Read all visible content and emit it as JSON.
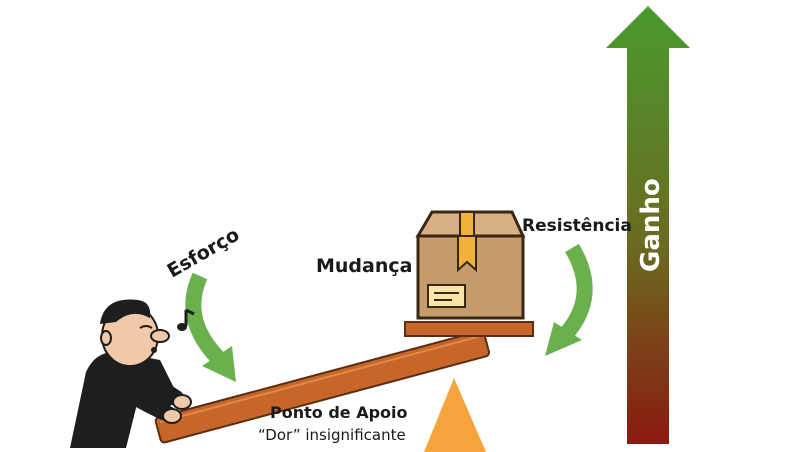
{
  "labels": {
    "effort": "Esforço",
    "change": "Mudança",
    "resistance": "Resistência",
    "gain": "Ganho",
    "fulcrum": "Ponto de Apoio",
    "fulcrum_note": "“Dor” insignificante"
  },
  "colors": {
    "gain_arrow_top": "#4a9a2e",
    "gain_arrow_bottom": "#8b1a10",
    "curved_arrows": "#6ab04c",
    "lever": "#c8662a",
    "fulcrum": "#f4a43a",
    "box": "#c69c6d",
    "box_tape": "#f0b23c",
    "platform": "#c8662a"
  },
  "icons": [
    "person-icon",
    "music-note-icon",
    "cardboard-box-icon",
    "curved-arrow-icon",
    "up-arrow-icon"
  ]
}
